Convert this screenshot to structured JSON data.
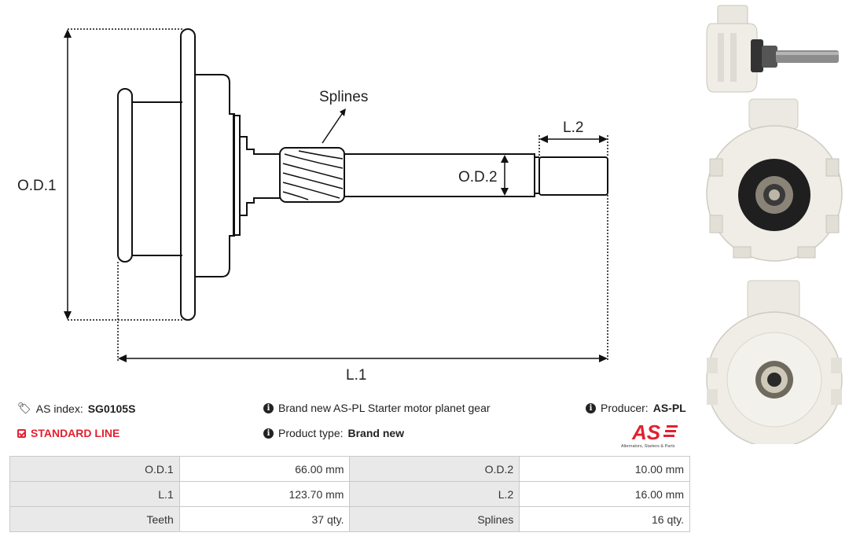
{
  "diagram": {
    "labels": {
      "od1": "O.D.1",
      "od2": "O.D.2",
      "l1": "L.1",
      "l2": "L.2",
      "splines": "Splines"
    }
  },
  "info": {
    "as_index_label": "AS index:",
    "as_index_value": "SG0105S",
    "line": "STANDARD LINE",
    "description": "Brand new AS-PL Starter motor planet gear",
    "product_type_label": "Product type:",
    "product_type_value": "Brand new",
    "producer_label": "Producer:",
    "producer_value": "AS-PL",
    "logo_text": "AS",
    "logo_tagline": "Alternators, Starters & Parts"
  },
  "specs": [
    {
      "k1": "O.D.1",
      "v1": "66.00 mm",
      "k2": "O.D.2",
      "v2": "10.00 mm"
    },
    {
      "k1": "L.1",
      "v1": "123.70 mm",
      "k2": "L.2",
      "v2": "16.00 mm"
    },
    {
      "k1": "Teeth",
      "v1": "37 qty.",
      "k2": "Splines",
      "v2": "16 qty."
    }
  ],
  "colors": {
    "brand_red": "#e2212f",
    "part_white": "#efede6",
    "table_key_bg": "#e9e9e9"
  }
}
